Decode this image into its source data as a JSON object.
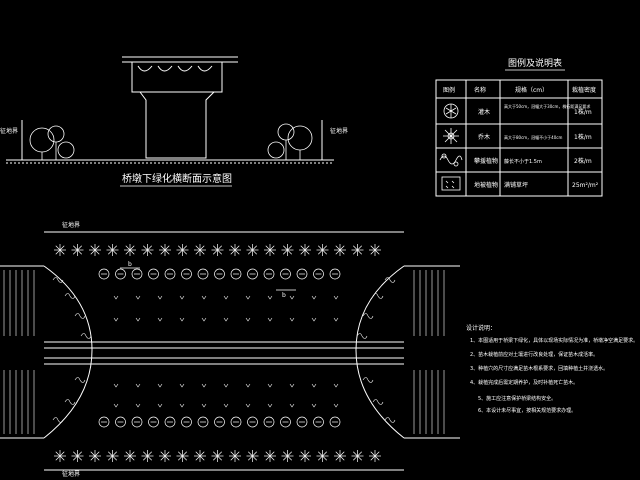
{
  "section_title": "桥墩下绿化横断面示意图",
  "left_label_top": "征地界",
  "right_label_top": "征地界",
  "plan_label_top": "征地界",
  "plan_label_bottom": "征地界",
  "dim_a": "b",
  "dim_b": "b",
  "legend": {
    "title": "图例及说明表",
    "headers": [
      "图例",
      "名称",
      "规格（cm）",
      "栽植密度"
    ],
    "rows": [
      {
        "icon": "shrub-ball-icon",
        "name": "灌木",
        "spec": "高大于50cm，冠幅大于30cm，株行距满足要求",
        "density": "1株/m"
      },
      {
        "icon": "tree-star-icon",
        "name": "乔木",
        "spec": "高大于80cm，冠幅不小于40cm",
        "density": "1株/m"
      },
      {
        "icon": "climbing-vine-icon",
        "name": "攀援植物",
        "spec": "藤长不小于1.5m",
        "density": "2株/m"
      },
      {
        "icon": "ground-cover-icon",
        "name": "地被植物",
        "spec": "满铺草坪",
        "density": "25m²/m²"
      }
    ]
  },
  "notes": {
    "heading": "设计说明：",
    "lines": [
      "1、本图适用于桥梁下绿化，具体以现场实际情况为准，桥墩净空满足要求。",
      "2、苗木栽植前应对土壤进行改良处理，保证苗木成活率。",
      "3、种植穴的尺寸应满足苗木根系要求，回填种植土并浇透水。",
      "4、栽植完成后需定期养护，及时补植死亡苗木。",
      "5、施工应注意保护桥梁结构安全。",
      "6、本设计未尽事宜，按相关规范要求办理。"
    ]
  }
}
